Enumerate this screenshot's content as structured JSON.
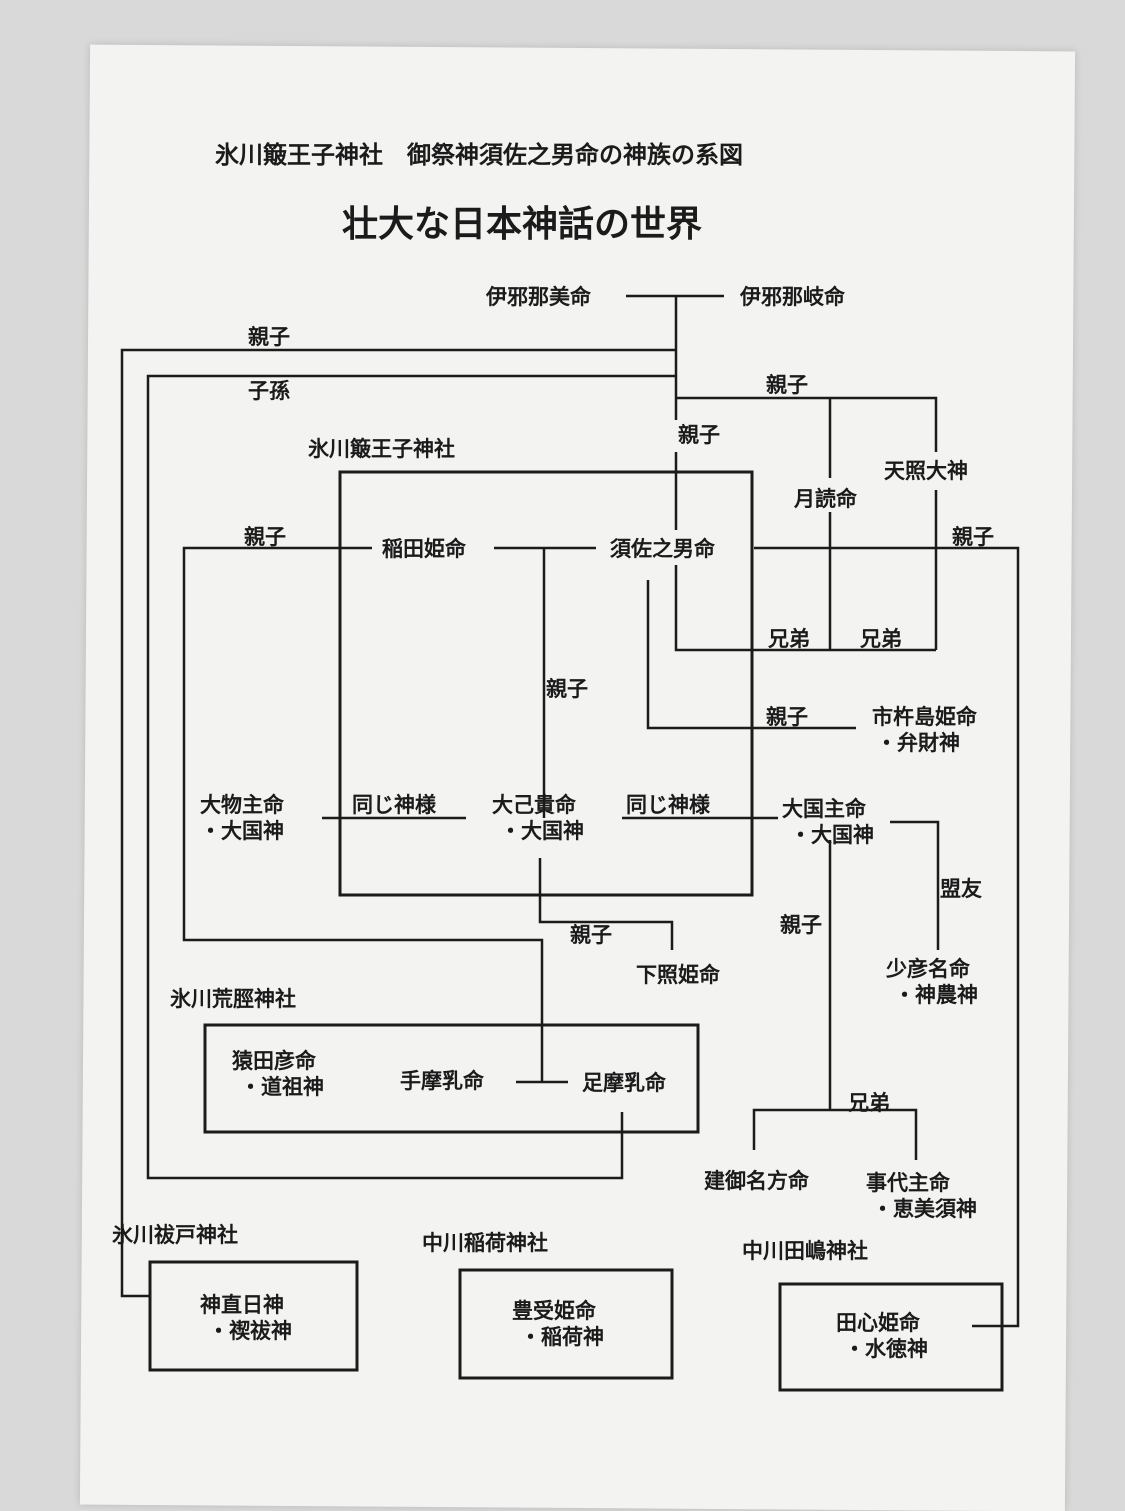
{
  "header": {
    "subtitle": "氷川簸王子神社　御祭神須佐之男命の神族の系図",
    "title": "壮大な日本神話の世界"
  },
  "shrines": {
    "oji": "氷川簸王子神社",
    "arahabaki": "氷川荒脛神社",
    "haraedo": "氷川祓戸神社",
    "inari": "中川稲荷神社",
    "tajima": "中川田嶋神社"
  },
  "deities": {
    "izanami": "伊邪那美命",
    "izanagi": "伊邪那岐命",
    "tsukuyomi": "月読命",
    "amaterasu": "天照大神",
    "inada": "稲田姫命",
    "susanoo": "須佐之男命",
    "ichikishima": "市杵島姫命",
    "ichikishima_alias": "・弁財神",
    "omononushi": "大物主命",
    "omononushi_alias": "・大国神",
    "onamuchi": "大己貴命",
    "onamuchi_alias": "・大国神",
    "okuninushi": "大国主命",
    "okuninushi_alias": "・大国神",
    "sukunahikona": "少彦名命",
    "sukunahikona_alias": "・神農神",
    "shitateru": "下照姫命",
    "sarutahiko": "猿田彦命",
    "sarutahiko_alias": "・道祖神",
    "tenazuchi": "手摩乳命",
    "ashinazuchi": "足摩乳命",
    "takeminakata": "建御名方命",
    "kotoshironushi": "事代主命",
    "kotoshironushi_alias": "・恵美須神",
    "kamunaobi": "神直日神",
    "kamunaobi_alias": "・禊祓神",
    "toyouke": "豊受姫命",
    "toyouke_alias": "・稲荷神",
    "tagori": "田心姫命",
    "tagori_alias": "・水徳神"
  },
  "relations": {
    "oyako": "親子",
    "shison": "子孫",
    "kyodai": "兄弟",
    "onaji": "同じ神様",
    "meiyu": "盟友"
  }
}
